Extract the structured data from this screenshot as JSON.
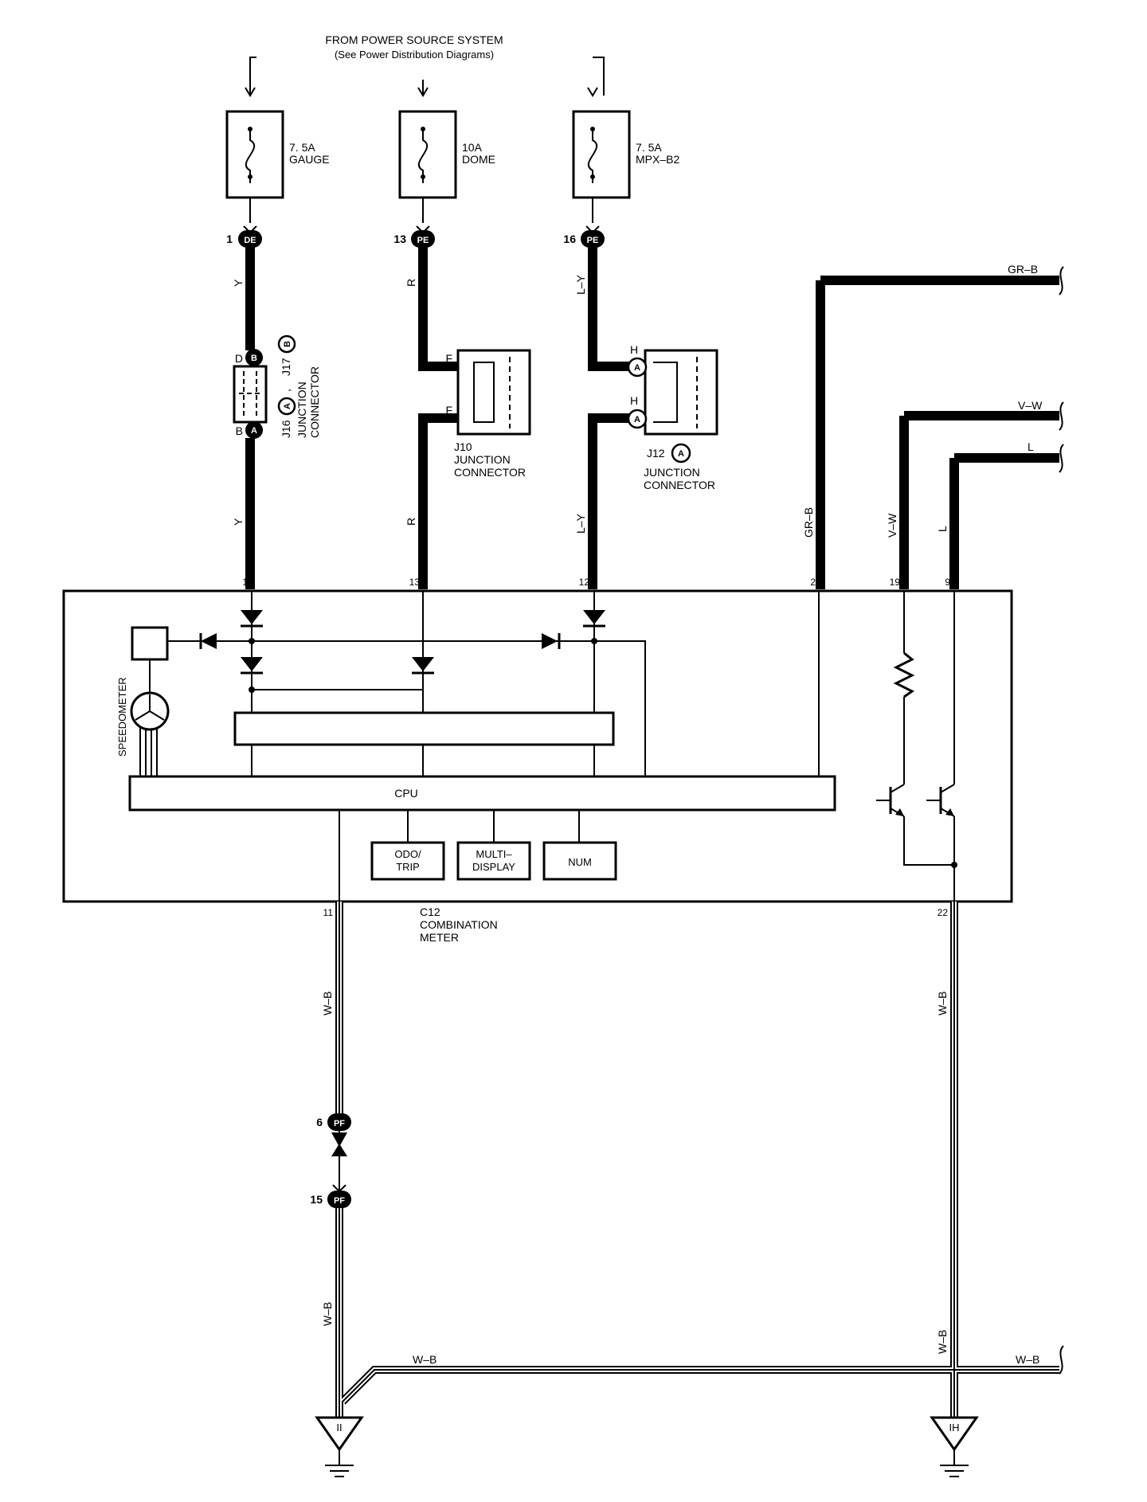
{
  "header": {
    "line1": "FROM POWER SOURCE SYSTEM",
    "line2": "(See Power Distribution Diagrams)"
  },
  "fuses": [
    {
      "rating": "7. 5A",
      "name": "GAUGE"
    },
    {
      "rating": "10A",
      "name": "DOME"
    },
    {
      "rating": "7. 5A",
      "name": "MPX–B2"
    }
  ],
  "connectors": {
    "de": {
      "pin": "1",
      "code": "DE"
    },
    "pe13": {
      "pin": "13",
      "code": "PE"
    },
    "pe16": {
      "pin": "16",
      "code": "PE"
    },
    "pf6": {
      "pin": "6",
      "code": "PF"
    },
    "pf15": {
      "pin": "15",
      "code": "PF"
    }
  },
  "wire_colors": {
    "y": "Y",
    "r": "R",
    "ly": "L–Y",
    "grb": "GR–B",
    "vw": "V–W",
    "l": "L",
    "wb": "W–B"
  },
  "junctions": {
    "j16_j17": {
      "pin_top": "D",
      "pin_bottom": "B",
      "badge_top": "B",
      "badge_bottom": "A",
      "label_j16": "J16",
      "label_j17": "J17",
      "separator": ",",
      "badge_j16": "A",
      "badge_j17": "B",
      "line1": "JUNCTION",
      "line2": "CONNECTOR"
    },
    "j10": {
      "pin_top": "F",
      "pin_bottom": "F",
      "line1": "J10",
      "line2": "JUNCTION",
      "line3": "CONNECTOR"
    },
    "j12": {
      "pin_top": "H",
      "pin_bottom": "H",
      "badge_top": "A",
      "badge_bottom": "A",
      "label": "J12",
      "badge": "A",
      "line1": "JUNCTION",
      "line2": "CONNECTOR"
    }
  },
  "meter": {
    "code": "C12",
    "line1": "COMBINATION",
    "line2": "METER",
    "cpu": "CPU",
    "speedometer": "SPEEDOMETER",
    "odo": "ODO/",
    "trip": "TRIP",
    "multi": "MULTI–",
    "display": "DISPLAY",
    "num": "NUM",
    "pins": {
      "p1": "1",
      "p13": "13",
      "p12": "12",
      "p2": "2",
      "p19": "19",
      "p9": "9",
      "p11": "11",
      "p22": "22"
    }
  },
  "grounds": {
    "left": "II",
    "right": "IH"
  }
}
